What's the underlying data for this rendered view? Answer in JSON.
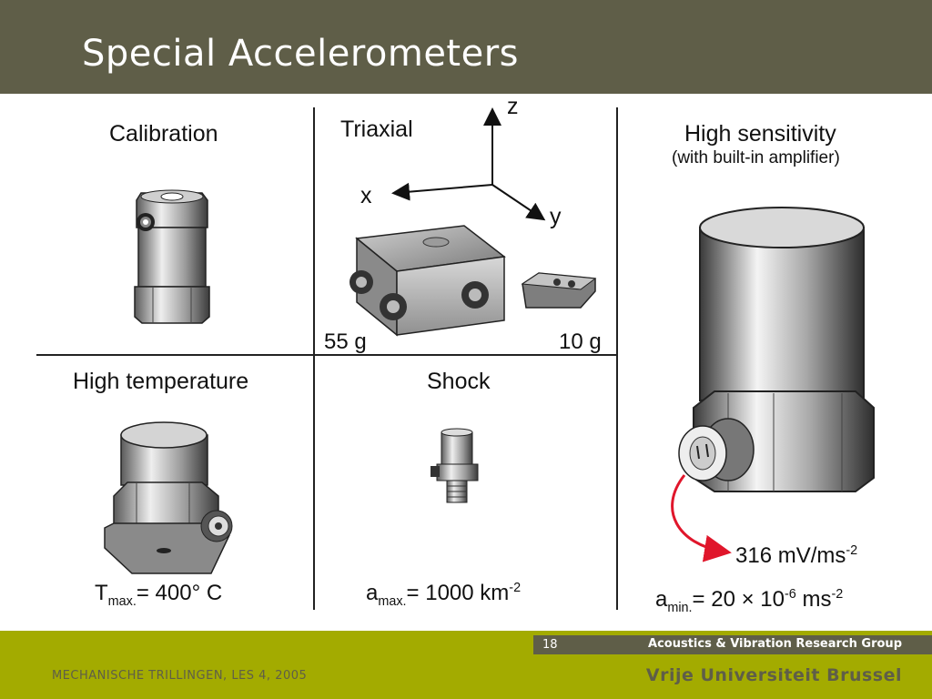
{
  "slide": {
    "title": "Special Accelerometers",
    "page_number": "18",
    "group": "Acoustics & Vibration Research Group",
    "course": "MECHANISCHE TRILLINGEN, LES 4, 2005",
    "university": "Vrije Universiteit Brussel"
  },
  "calibration": {
    "label": "Calibration"
  },
  "triaxial": {
    "label": "Triaxial",
    "axis_z": "z",
    "axis_x": "x",
    "axis_y": "y",
    "mass_large": "55 g",
    "mass_small": "10 g"
  },
  "high_temperature": {
    "label": "High temperature",
    "spec_prefix": "T",
    "spec_sub": "max.",
    "spec_value": "= 400° C"
  },
  "shock": {
    "label": "Shock",
    "spec_prefix": "a",
    "spec_sub": "max.",
    "spec_value": "= 1000 km",
    "spec_sup": "-2"
  },
  "high_sensitivity": {
    "label": "High sensitivity",
    "sublabel": "(with built-in amplifier)",
    "sensitivity_value": "316 mV/ms",
    "sensitivity_sup": "-2",
    "spec_prefix": "a",
    "spec_sub": "min.",
    "spec_mid": "= 20 × 10",
    "spec_exp": "-6",
    "spec_unit": " ms",
    "spec_sup": "-2"
  },
  "colors": {
    "header_bg": "#5f5e48",
    "footer_bg": "#a3ab00",
    "arrow": "#e0162b"
  },
  "icons": [
    "calibration-accelerometer-icon",
    "triaxial-accelerometer-icon",
    "high-temperature-accelerometer-icon",
    "shock-accelerometer-icon",
    "high-sensitivity-accelerometer-icon"
  ]
}
